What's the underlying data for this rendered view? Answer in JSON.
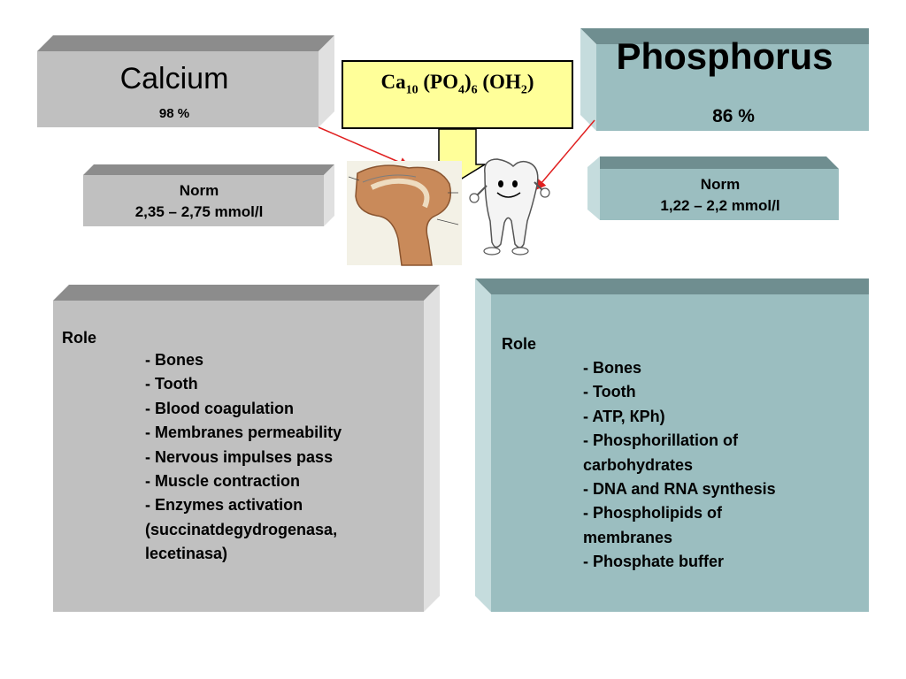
{
  "calcium": {
    "title": "Calcium",
    "percent": "98 %",
    "norm_label": "Norm",
    "norm_value": "2,35 – 2,75 mmol/l",
    "role_title": "Role",
    "roles": [
      "- Bones",
      "- Tooth",
      "- Blood coagulation",
      "- Membranes permeability",
      "- Nervous impulses pass",
      "- Muscle contraction",
      "- Enzymes activation",
      "(succinatdegydrogenasa,",
      "lecetinasa)"
    ]
  },
  "phosphorus": {
    "title": "Phosphorus",
    "percent": "86 %",
    "norm_label": "Norm",
    "norm_value": "1,22 – 2,2 mmol/l",
    "role_title": "Role",
    "roles": [
      "- Bones",
      "- Tooth",
      "- ATP, КPh)",
      "- Phosphorillation of",
      "carbohydrates",
      "- DNA and RNA synthesis",
      "- Phospholipids of",
      "membranes",
      "- Phosphate buffer"
    ]
  },
  "formula": {
    "ca": "Ca",
    "ca_sub": "10",
    "po": "(PO",
    "po_sub": "4",
    "po_close": ")",
    "po_outer_sub": "6",
    "oh": "(OH",
    "oh_sub": "2",
    "oh_close": ")"
  },
  "colors": {
    "gray_face": "#c0c0c0",
    "gray_bevel": "#8c8c8c",
    "gray_side": "#e0e0e0",
    "teal_face": "#9bbec0",
    "teal_bevel": "#6f8e90",
    "teal_side": "#c5dcdd",
    "formula_fill": "#ffff99",
    "arrow_red": "#e02020"
  }
}
